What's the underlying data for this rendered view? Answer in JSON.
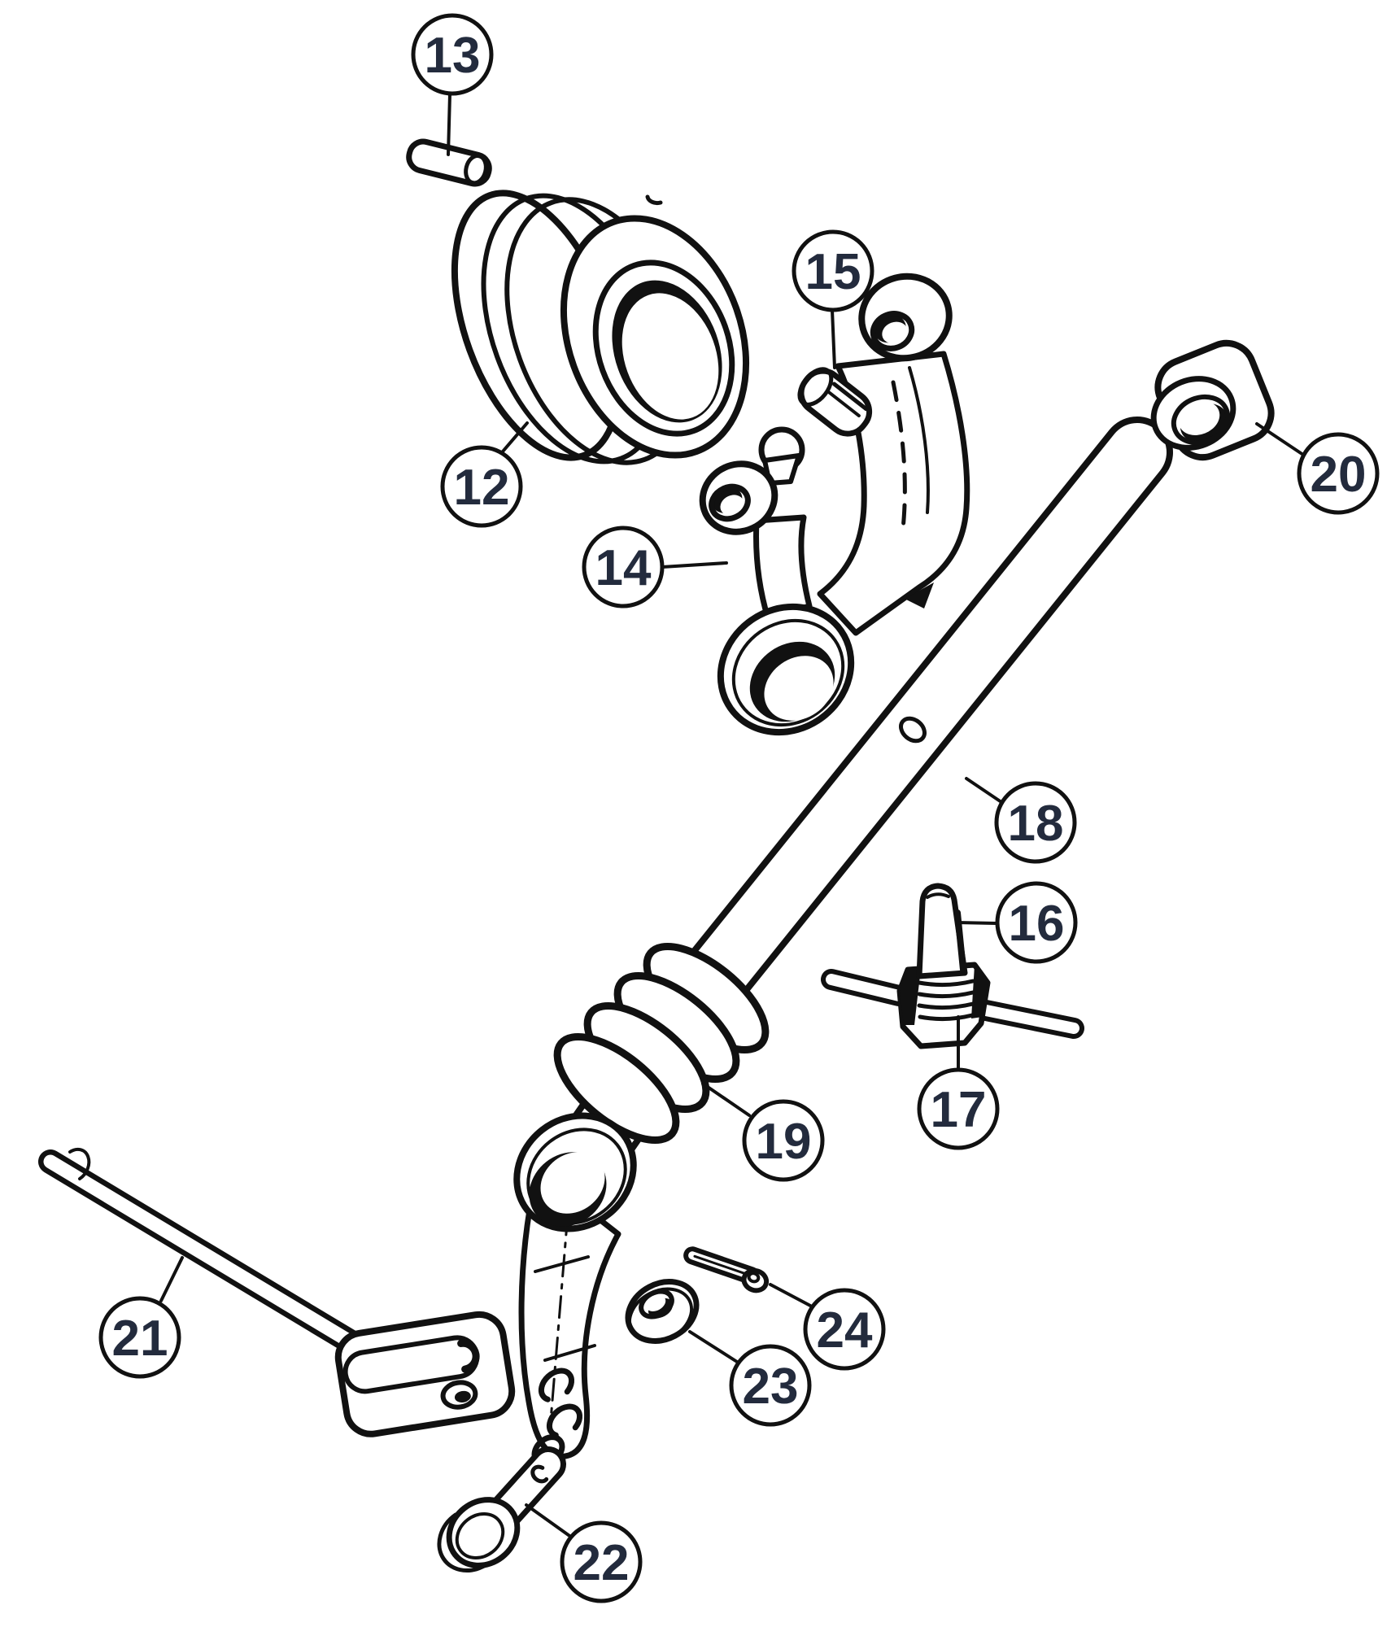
{
  "diagram": {
    "colors": {
      "background": "#ffffff",
      "line": "#111111",
      "number_text": "#232b3d"
    },
    "callouts": [
      {
        "number": "12"
      },
      {
        "number": "13"
      },
      {
        "number": "14"
      },
      {
        "number": "15"
      },
      {
        "number": "16"
      },
      {
        "number": "17"
      },
      {
        "number": "18"
      },
      {
        "number": "19"
      },
      {
        "number": "20"
      },
      {
        "number": "21"
      },
      {
        "number": "22"
      },
      {
        "number": "23"
      },
      {
        "number": "24"
      }
    ]
  }
}
